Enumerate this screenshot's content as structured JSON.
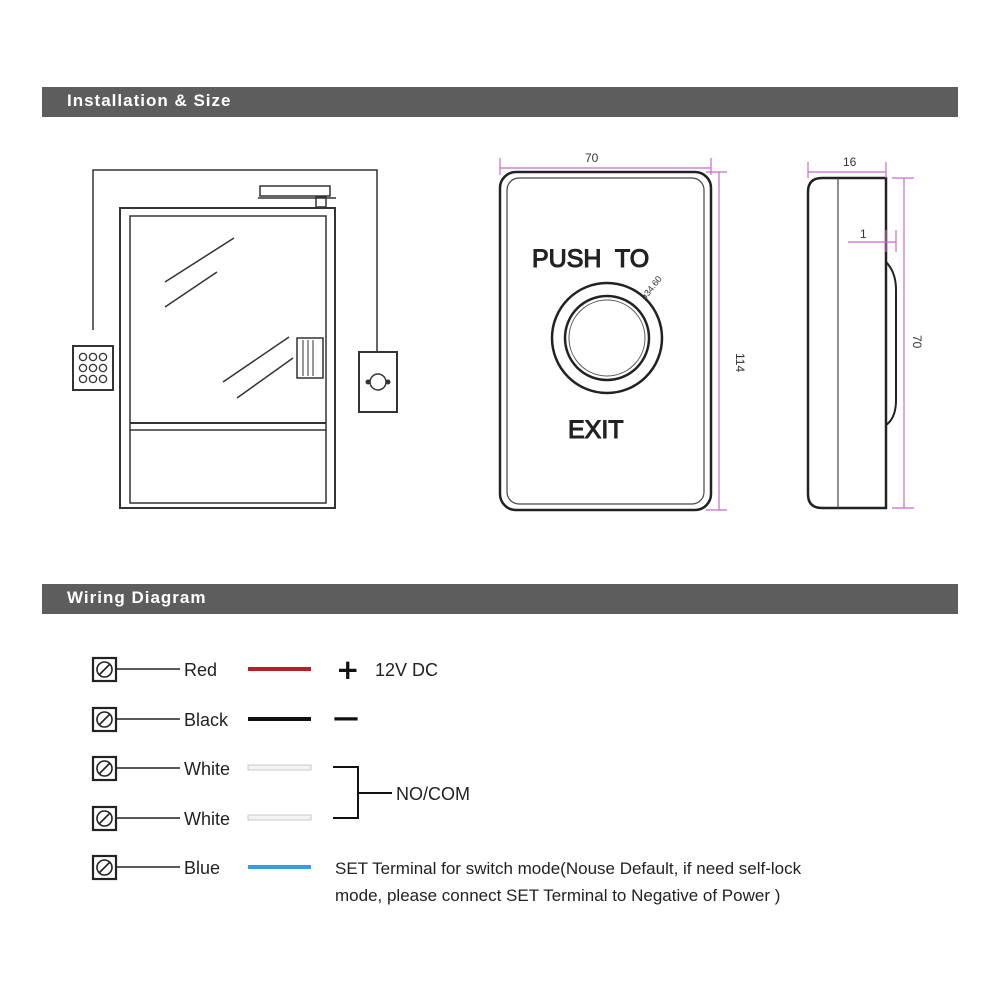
{
  "sections": {
    "install_title": "Installation & Size",
    "wiring_title": "Wiring Diagram"
  },
  "dimensions": {
    "front_width": "70",
    "front_height": "114",
    "side_width": "16",
    "side_height": "70",
    "side_inset": "1",
    "button_dia": "ø34.60"
  },
  "button_face": {
    "line1": "PUSH  TO",
    "line2": "EXIT"
  },
  "wiring": {
    "rows": [
      {
        "label": "Red",
        "color": "#b22222"
      },
      {
        "label": "Black",
        "color": "#111111"
      },
      {
        "label": "White",
        "color": "#e6e6e6"
      },
      {
        "label": "White",
        "color": "#e6e6e6"
      },
      {
        "label": "Blue",
        "color": "#2aa3e0"
      }
    ],
    "plus_symbol": "+",
    "voltage": "12V DC",
    "minus_symbol": "—",
    "no_com": "NO/COM",
    "set_line1": "SET Terminal for switch mode(Nouse Default, if need self-lock",
    "set_line2": "mode, please connect SET Terminal to Negative of Power )"
  },
  "colors": {
    "header_bg": "#5d5d5d",
    "dim_line": "#c86ac8"
  }
}
